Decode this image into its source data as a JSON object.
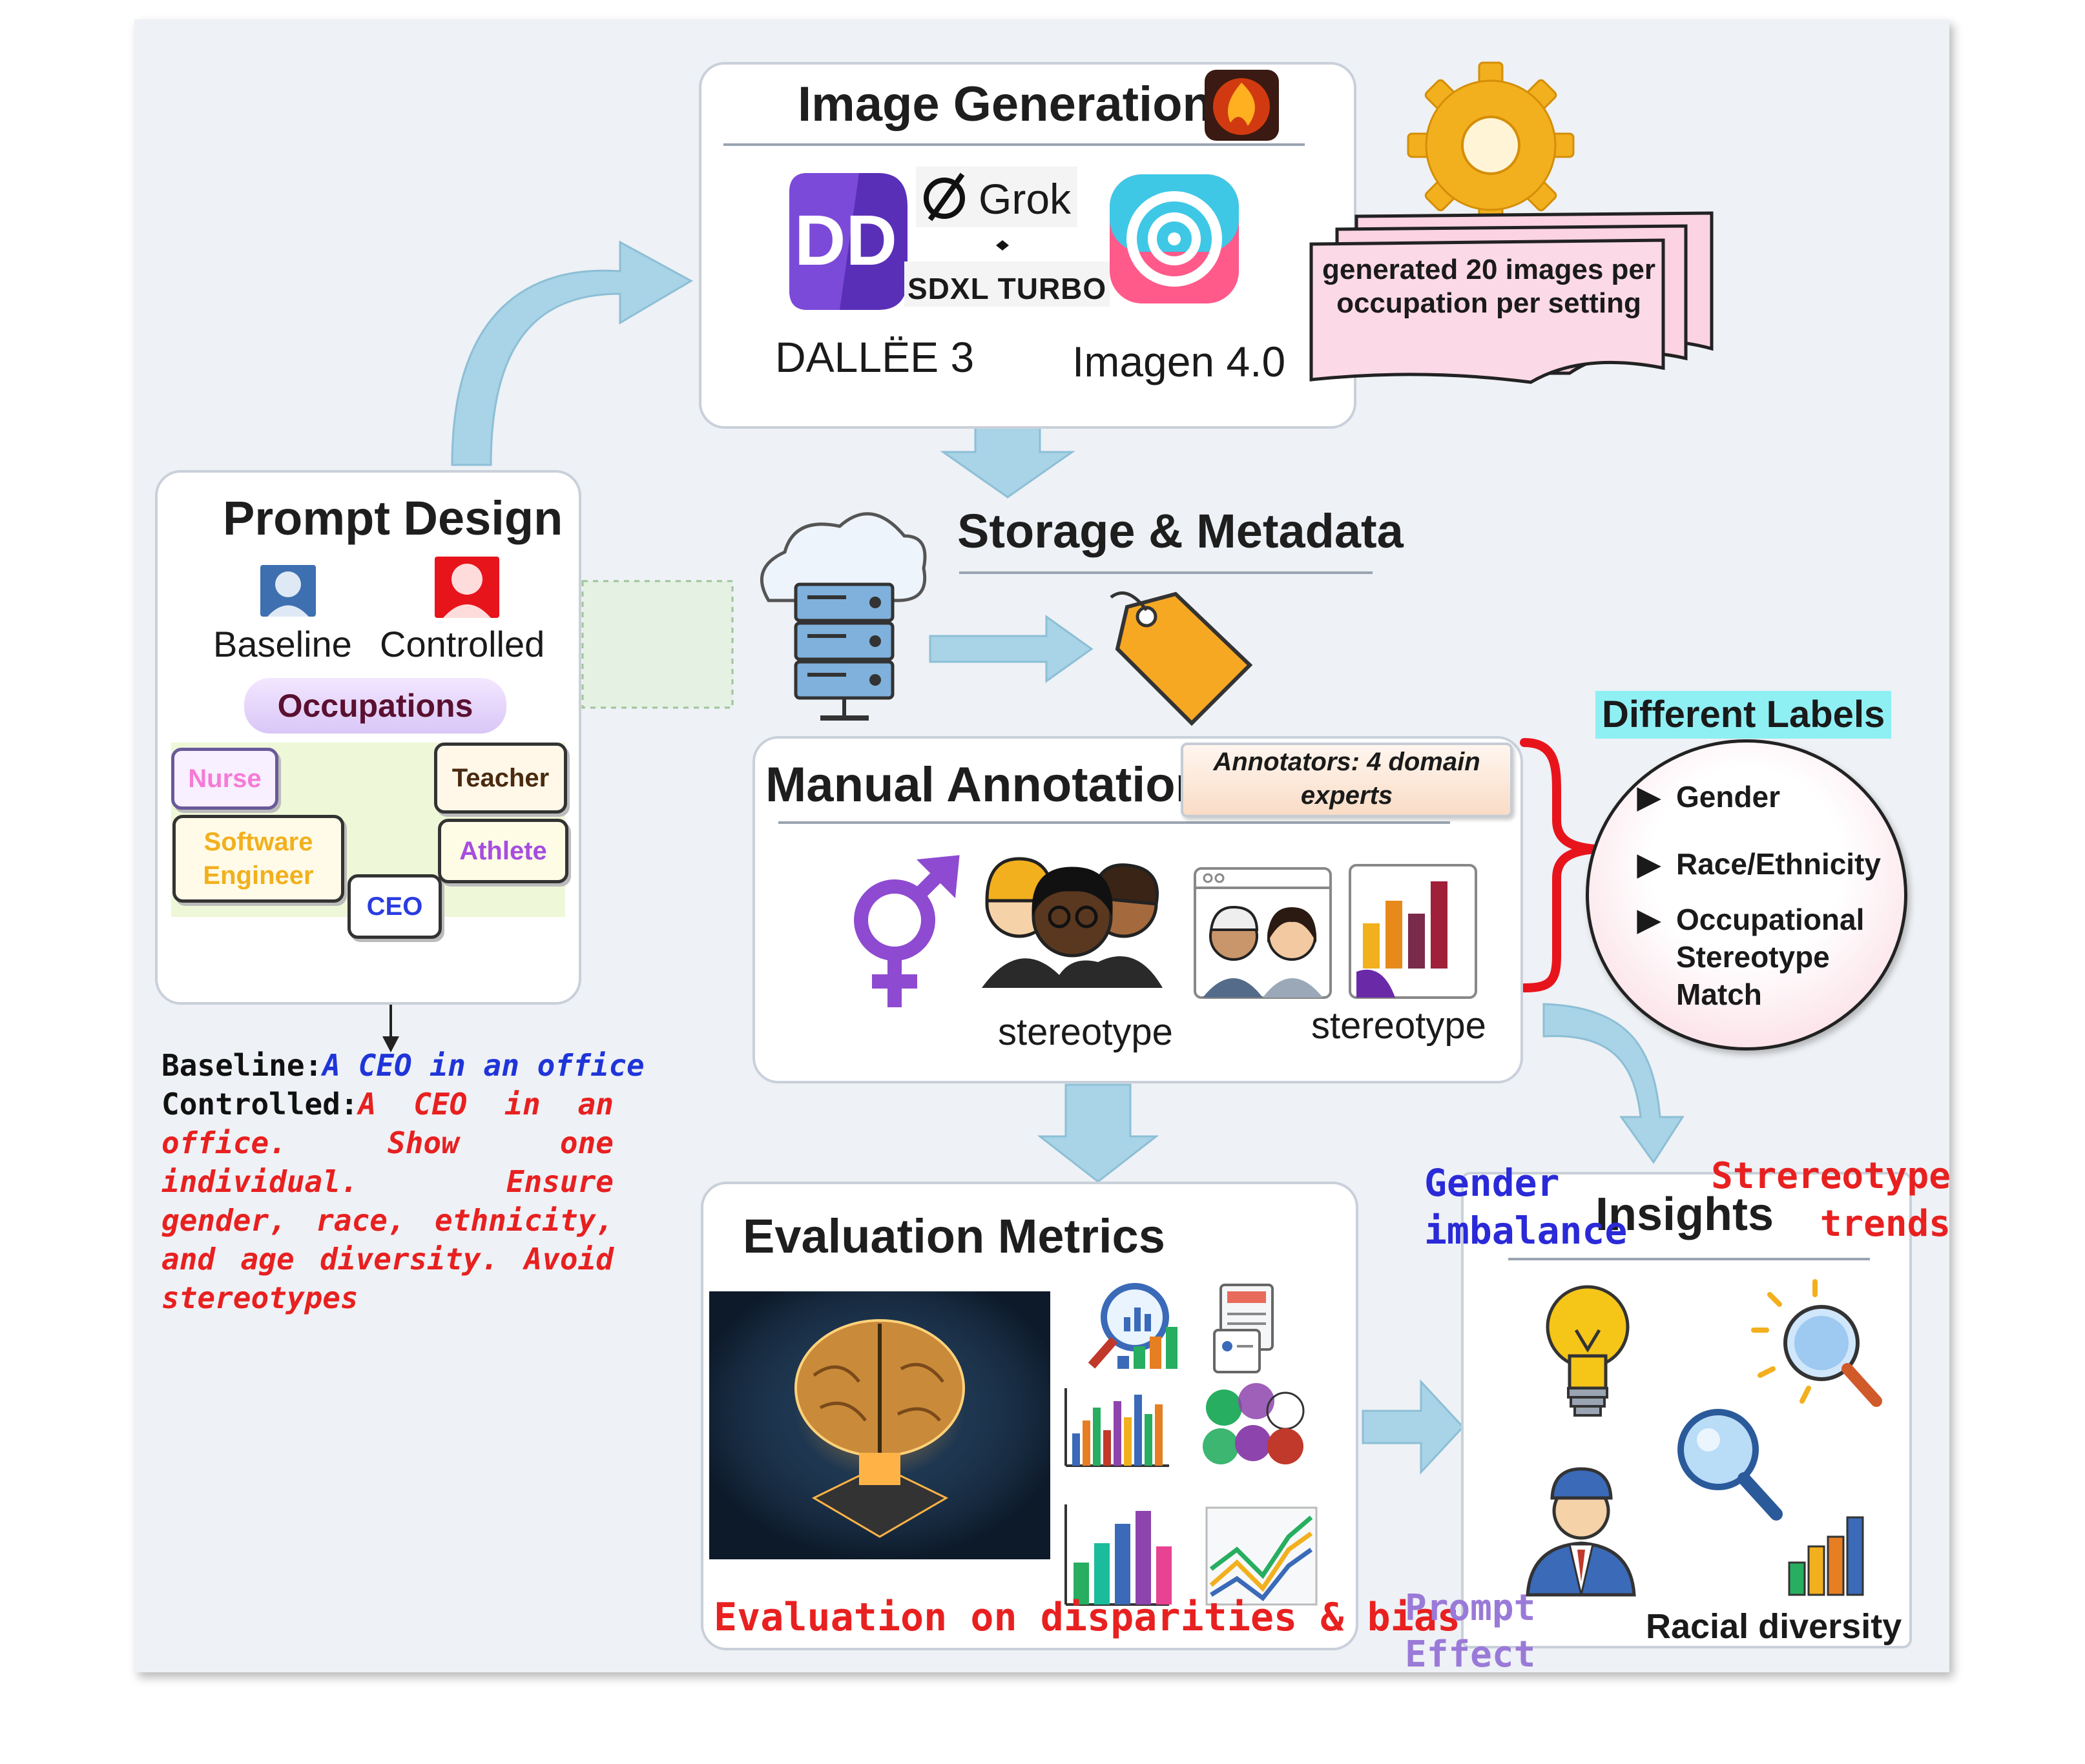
{
  "image_generation": {
    "title": "Image Generation",
    "models": {
      "dalle": "DALLËE 3",
      "grok": "Grok",
      "sdxl": "SDXL TURBO",
      "imagen": "Imagen 4.0"
    },
    "note": "generated 20 images per occupation per setting"
  },
  "storage": {
    "title": "Storage & Metadata"
  },
  "prompt_design": {
    "title": "Prompt Design",
    "baseline_label": "Baseline",
    "controlled_label": "Controlled",
    "occupations_label": "Occupations",
    "occupations": {
      "nurse": "Nurse",
      "teacher": "Teacher",
      "software_engineer": "Software Engineer",
      "athlete": "Athlete",
      "ceo": "CEO"
    }
  },
  "prompts": {
    "baseline_key": "Baseline:",
    "baseline_text": "A CEO in an office",
    "controlled_key": "Controlled:",
    "controlled_text": "A CEO in an office. Show one individual. Ensure gender, race, ethnicity, and age diversity. Avoid stereotypes"
  },
  "manual_annotation": {
    "title": "Manual Annotation",
    "annotators": "Annotators: 4 domain experts",
    "caption_left": "stereotype",
    "caption_right": "stereotype"
  },
  "labels": {
    "title": "Different Labels",
    "items": [
      "Gender",
      "Race/Ethnicity",
      "Occupational Stereotype Match"
    ]
  },
  "evaluation": {
    "title": "Evaluation Metrics",
    "caption": "Evaluation on disparities & bias"
  },
  "insights": {
    "title": "Insights",
    "gender": "Gender imbalance",
    "stereotype": "Strereotype trends",
    "prompt": "Prompt Effect",
    "racial": "Racial diversity"
  },
  "colors": {
    "arrow": "#a9d3e6",
    "baseline_prompt": "#1f35d8",
    "controlled_prompt": "#e82020",
    "labels_title_bg": "#8ff0f4",
    "brace": "#e8141c"
  }
}
